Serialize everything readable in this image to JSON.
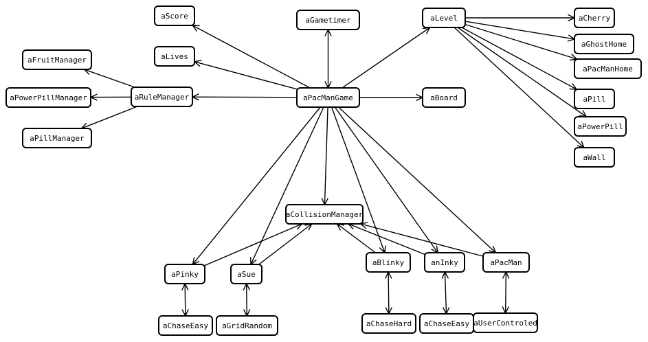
{
  "nodes": {
    "aScore": "aScore",
    "aGametimer": "aGametimer",
    "aLevel": "aLevel",
    "aCherry": "aCherry",
    "aGhostHome": "aGhostHome",
    "aPacManHome": "aPacManHome",
    "aLives": "aLives",
    "aFruitManager": "aFruitManager",
    "aPowerPillManager": "aPowerPillManager",
    "aRuleManager": "aRuleManager",
    "aPacManGame": "aPacManGame",
    "aBoard": "aBoard",
    "aPill": "aPill",
    "aPowerPill": "aPowerPill",
    "aPillManager": "aPillManager",
    "aWall": "aWall",
    "aCollisionManager": "aCollisionManager",
    "aPinky": "aPinky",
    "aSue": "aSue",
    "aBlinky": "aBlinky",
    "anInky": "anInky",
    "aPacMan": "aPacMan",
    "aChaseEasy1": "aChaseEasy",
    "aGridRandom": "aGridRandom",
    "aChaseHard": "aChaseHard",
    "aChaseEasy2": "aChaseEasy",
    "aUserControled": "aUserControled"
  },
  "edges": [
    {
      "from": "aPacManGame",
      "to": "aScore",
      "bidirectional": false
    },
    {
      "from": "aPacManGame",
      "to": "aGametimer",
      "bidirectional": true
    },
    {
      "from": "aPacManGame",
      "to": "aLevel",
      "bidirectional": false
    },
    {
      "from": "aPacManGame",
      "to": "aLives",
      "bidirectional": false
    },
    {
      "from": "aPacManGame",
      "to": "aRuleManager",
      "bidirectional": false
    },
    {
      "from": "aPacManGame",
      "to": "aBoard",
      "bidirectional": false
    },
    {
      "from": "aPacManGame",
      "to": "aCollisionManager",
      "bidirectional": false
    },
    {
      "from": "aPacManGame",
      "to": "aPinky",
      "bidirectional": false
    },
    {
      "from": "aPacManGame",
      "to": "aSue",
      "bidirectional": false
    },
    {
      "from": "aPacManGame",
      "to": "aBlinky",
      "bidirectional": false
    },
    {
      "from": "aPacManGame",
      "to": "anInky",
      "bidirectional": false
    },
    {
      "from": "aPacManGame",
      "to": "aPacMan",
      "bidirectional": false
    },
    {
      "from": "aRuleManager",
      "to": "aFruitManager",
      "bidirectional": false
    },
    {
      "from": "aRuleManager",
      "to": "aPowerPillManager",
      "bidirectional": false
    },
    {
      "from": "aRuleManager",
      "to": "aPillManager",
      "bidirectional": false
    },
    {
      "from": "aLevel",
      "to": "aCherry",
      "bidirectional": false
    },
    {
      "from": "aLevel",
      "to": "aGhostHome",
      "bidirectional": false
    },
    {
      "from": "aLevel",
      "to": "aPacManHome",
      "bidirectional": false
    },
    {
      "from": "aLevel",
      "to": "aPill",
      "bidirectional": false
    },
    {
      "from": "aLevel",
      "to": "aPowerPill",
      "bidirectional": false
    },
    {
      "from": "aLevel",
      "to": "aWall",
      "bidirectional": false
    },
    {
      "from": "aPinky",
      "to": "aCollisionManager",
      "bidirectional": false
    },
    {
      "from": "aSue",
      "to": "aCollisionManager",
      "bidirectional": false
    },
    {
      "from": "aBlinky",
      "to": "aCollisionManager",
      "bidirectional": false
    },
    {
      "from": "anInky",
      "to": "aCollisionManager",
      "bidirectional": false
    },
    {
      "from": "aPacMan",
      "to": "aCollisionManager",
      "bidirectional": false
    },
    {
      "from": "aPinky",
      "to": "aChaseEasy1",
      "bidirectional": true
    },
    {
      "from": "aSue",
      "to": "aGridRandom",
      "bidirectional": true
    },
    {
      "from": "aBlinky",
      "to": "aChaseHard",
      "bidirectional": true
    },
    {
      "from": "anInky",
      "to": "aChaseEasy2",
      "bidirectional": true
    },
    {
      "from": "aPacMan",
      "to": "aUserControled",
      "bidirectional": true
    }
  ]
}
